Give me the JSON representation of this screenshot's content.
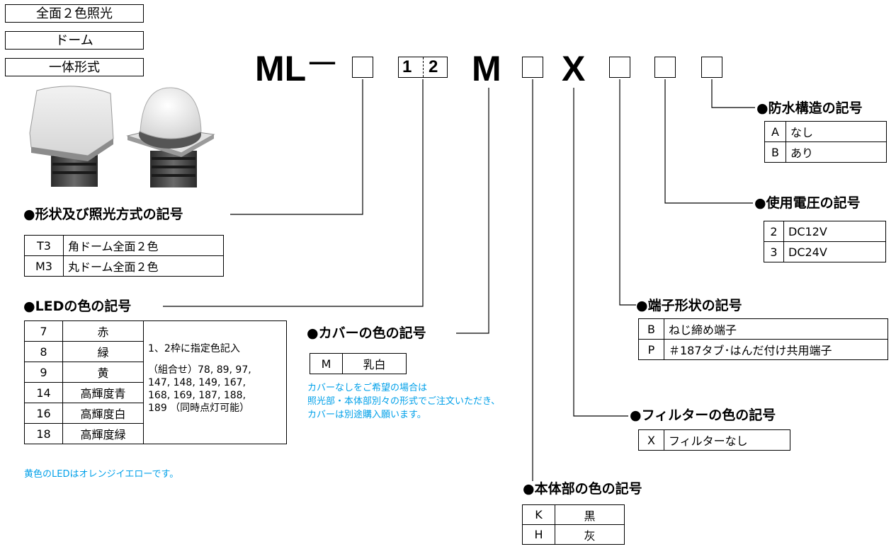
{
  "tags": [
    "全面２色照光",
    "ドーム",
    "一体形式"
  ],
  "model_code": {
    "prefix": "ML",
    "dash": "－",
    "fixed_1": "1",
    "fixed_2": "2",
    "letter_m": "M",
    "letter_x": "X"
  },
  "shape": {
    "heading": "●形状及び照光方式の記号",
    "rows": [
      [
        "T3",
        "角ドーム全面２色"
      ],
      [
        "M3",
        "丸ドーム全面２色"
      ]
    ]
  },
  "led": {
    "heading": "●LEDの色の記号",
    "rows": [
      [
        "7",
        "赤"
      ],
      [
        "8",
        "緑"
      ],
      [
        "9",
        "黄"
      ],
      [
        "14",
        "高輝度青"
      ],
      [
        "16",
        "高輝度白"
      ],
      [
        "18",
        "高輝度緑"
      ]
    ],
    "note_line1": "1、2枠に指定色記入",
    "note_line2": "（組合せ）78, 89, 97,",
    "note_line3": "147, 148, 149, 167,",
    "note_line4": "168, 169, 187, 188,",
    "note_line5": "189 （同時点灯可能）",
    "footnote": "黄色のLEDはオレンジイエローです。"
  },
  "cover": {
    "heading": "●カバーの色の記号",
    "rows": [
      [
        "M",
        "乳白"
      ]
    ],
    "note_line1": "カバーなしをご希望の場合は",
    "note_line2": "照光部・本体部別々の形式でご注文いただき、",
    "note_line3": "カバーは別途購入願います。"
  },
  "body_color": {
    "heading": "●本体部の色の記号",
    "rows": [
      [
        "K",
        "黒"
      ],
      [
        "H",
        "灰"
      ]
    ]
  },
  "filter": {
    "heading": "●フィルターの色の記号",
    "rows": [
      [
        "X",
        "フィルターなし"
      ]
    ]
  },
  "terminal": {
    "heading": "●端子形状の記号",
    "rows": [
      [
        "B",
        "ねじ締め端子"
      ],
      [
        "P",
        "＃187タブ･はんだ付け共用端子"
      ]
    ]
  },
  "voltage": {
    "heading": "●使用電圧の記号",
    "rows": [
      [
        "2",
        "DC12V"
      ],
      [
        "3",
        "DC24V"
      ]
    ]
  },
  "waterproof": {
    "heading": "●防水構造の記号",
    "rows": [
      [
        "A",
        "なし"
      ],
      [
        "B",
        "あり"
      ]
    ]
  },
  "colors": {
    "accent_note": "#00a0e9",
    "line": "#000000"
  }
}
